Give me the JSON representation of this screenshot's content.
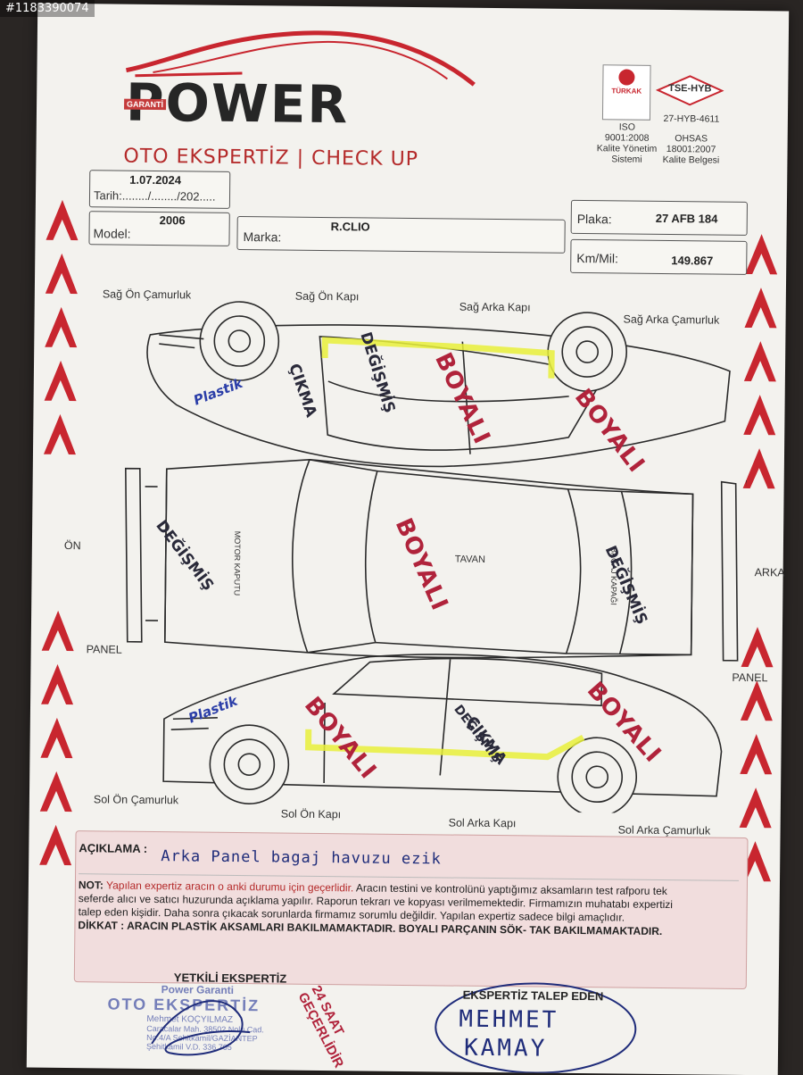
{
  "image_id": "#1183390074",
  "brand": {
    "garanti": "GARANTİ",
    "name": "POWER",
    "subtitle": "OTO EKSPERTİZ | CHECK UP"
  },
  "certs": {
    "turkak": "TÜRKAK",
    "tse": "TSE-HYB",
    "tse_no": "27-HYB-4611",
    "iso_1": "ISO",
    "iso_2": "9001:2008",
    "iso_3": "Kalite Yönetim",
    "iso_4": "Sistemi",
    "ohsas_1": "OHSAS",
    "ohsas_2": "18001:2007",
    "ohsas_3": "Kalite Belgesi"
  },
  "form": {
    "date_value": "1.07.2024",
    "date_label": "Tarih:......../......../202.....",
    "model_label": "Model:",
    "model_value": "2006",
    "marka_label": "Marka:",
    "marka_value": "R.CLIO",
    "plaka_label": "Plaka:",
    "plaka_value": "27 AFB 184",
    "km_label": "Km/Mil:",
    "km_value": "149.867"
  },
  "parts": {
    "sag_on_camurluk": "Sağ Ön Çamurluk",
    "sag_on_kapi": "Sağ Ön Kapı",
    "sag_arka_kapi": "Sağ Arka Kapı",
    "sag_arka_camurluk": "Sağ Arka Çamurluk",
    "on": "ÖN",
    "arka": "ARKA",
    "panel_front": "PANEL",
    "panel_rear": "PANEL",
    "motor_kaputu": "MOTOR KAPUTU",
    "tavan": "TAVAN",
    "bagaj_kapagi": "BAGAJ KAPAĞI",
    "sol_on_camurluk": "Sol Ön Çamurluk",
    "sol_on_kapi": "Sol Ön Kapı",
    "sol_arka_kapi": "Sol Arka Kapı",
    "sol_arka_camurluk": "Sol Arka Çamurluk"
  },
  "stamps": {
    "plastik_top": "Plastik",
    "cikma_top": "ÇIKMA",
    "degismis_top": "DEĞİŞMİŞ",
    "boyali_top_1": "BOYALI",
    "boyali_top_2": "BOYALI",
    "degismis_hood": "DEĞİŞMİŞ",
    "boyali_roof": "BOYALI",
    "degismis_trunk": "DEĞİŞMİŞ",
    "plastik_bottom": "Plastik",
    "boyali_bottom_1": "BOYALI",
    "cikma_bottom": "ÇIKMA",
    "degismis_bottom": "DEĞİŞMİŞ",
    "boyali_bottom_2": "BOYALI"
  },
  "aciklama": {
    "label": "AÇIKLAMA :",
    "handwritten": "Arka Panel bagaj havuzu ezik"
  },
  "note": {
    "prefix": "NOT:",
    "red": "Yapılan expertiz aracın o anki durumu için geçerlidir.",
    "line1_rest": " Aracın testini ve kontrolünü yaptığımız aksamların test rafporu tek",
    "line2": "seferde alıcı ve satıcı huzurunda açıklama yapılır. Raporun tekrarı ve kopyası verilmemektedir. Firmamızın muhatabı expertizi",
    "line3": "talep eden kişidir. Daha sonra çıkacak sorunlarda firmamız sorumlu değildir. Yapılan expertiz sadece bilgi amaçlıdır.",
    "dikkat1": "DİKKAT : ARACIN PLASTİK AKSAMLARI BAKILMAMAKTADIR. BOYALI PARÇANIN SÖK- TAK BAKILMAMAKTADIR."
  },
  "footer": {
    "yetkili": "YETKİLİ EKSPERTİZ",
    "saat_1": "24 SAAT",
    "saat_2": "GEÇERLİDİR",
    "stamp_1": "Power Garanti",
    "stamp_2": "OTO EKSPERTİZ",
    "stamp_3": "Mehmet KOÇYILMAZ",
    "stamp_4": "Caracalar Mah. 38502 Nolu Cad.",
    "stamp_5": "No:4/A Şehitkamil/GAZİANTEP",
    "stamp_6": "Şehitkamil V.D. 336 705",
    "talep_eden": "EKSPERTİZ TALEP EDEN",
    "name_1": "MEHMET",
    "name_2": "KAMAY"
  },
  "colors": {
    "red_accent": "#b42a2a",
    "stamp_red": "#b0233b",
    "stamp_blue": "#2b3ea8",
    "highlight": "#e8f03a"
  }
}
